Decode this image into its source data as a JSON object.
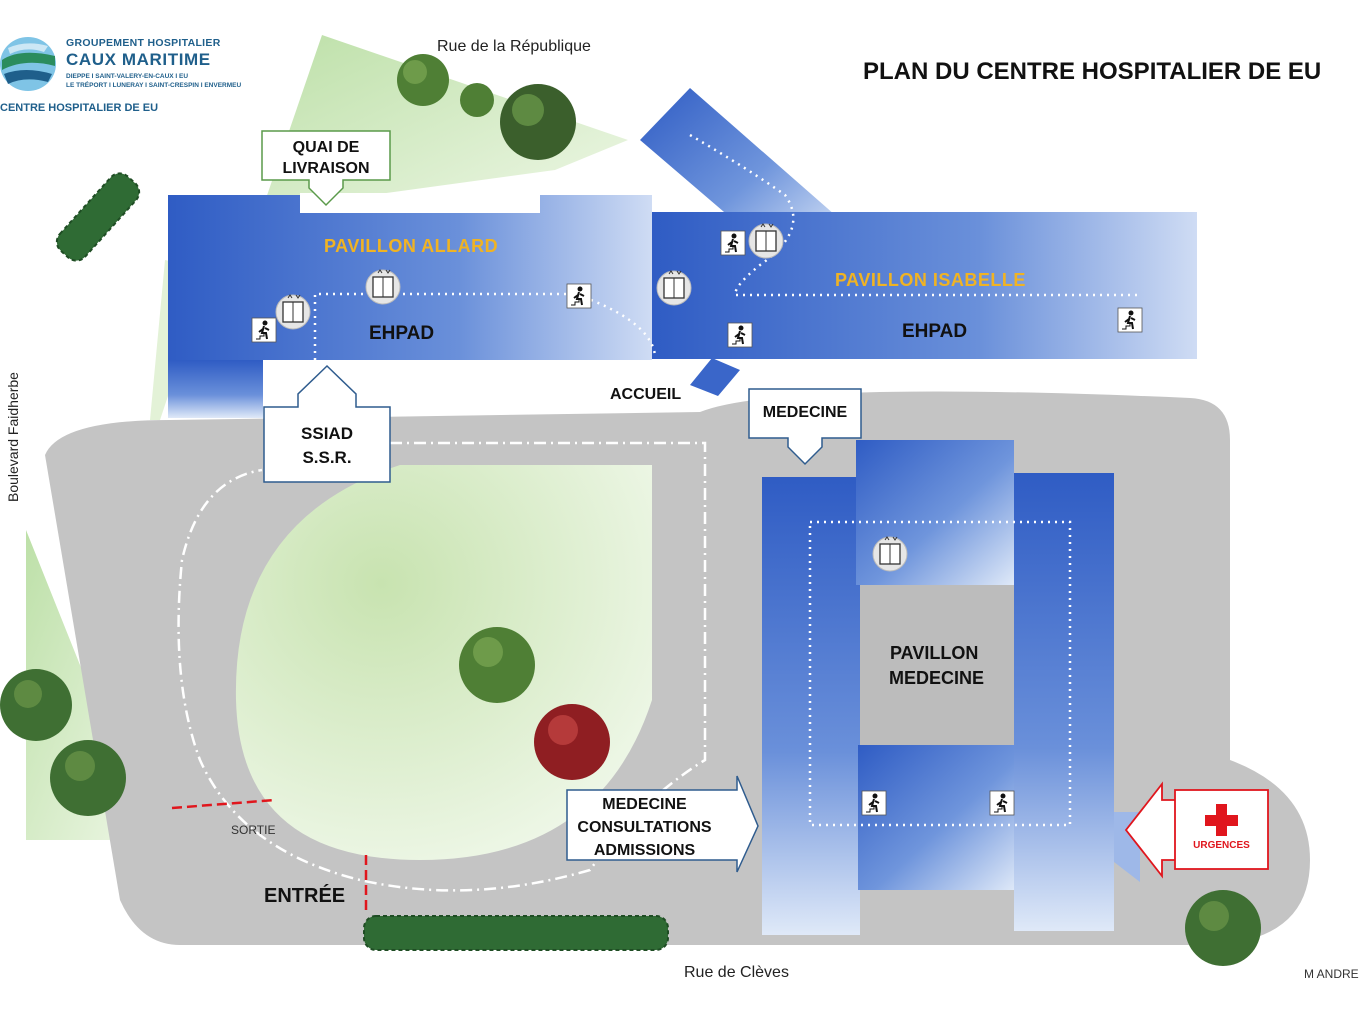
{
  "logo": {
    "line1": "GROUPEMENT HOSPITALIER",
    "line2": "CAUX MARITIME",
    "line3": "DIEPPE I SAINT-VALERY-EN-CAUX I EU",
    "line4": "LE TRÉPORT I LUNERAY I SAINT-CRESPIN I ENVERMEU",
    "line5": "CENTRE HOSPITALIER DE EU"
  },
  "title": "PLAN DU CENTRE HOSPITALIER DE EU",
  "streets": {
    "north": "Rue de  la République",
    "south": "Rue de Clèves",
    "west": "Boulevard Faidherbe"
  },
  "buildings": {
    "pavillon_allard": "PAVILLON ALLARD",
    "ehpad_allard": "EHPAD",
    "pavillon_isabelle": "PAVILLON ISABELLE",
    "ehpad_isabelle": "EHPAD",
    "pavillon_medecine_1": "PAVILLON",
    "pavillon_medecine_2": "MEDECINE"
  },
  "signs": {
    "quai_1": "QUAI DE",
    "quai_2": "LIVRAISON",
    "ssiad_1": "SSIAD",
    "ssiad_2": "S.S.R.",
    "accueil": "ACCUEIL",
    "medecine": "MEDECINE",
    "consult_1": "MEDECINE",
    "consult_2": "CONSULTATIONS",
    "consult_3": "ADMISSIONS",
    "urgences": "URGENCES"
  },
  "roads": {
    "sortie": "SORTIE",
    "entree": "ENTRÉE"
  },
  "credit": "M ANDRE",
  "icons": [
    "elevator-icon",
    "stairs-icon",
    "red-cross-icon",
    "logo-wave-icon",
    "tree-icon"
  ],
  "colors": {
    "building_blue": "#3a66c9",
    "road_gray": "#c4c4c4",
    "lawn_green": "#d6ebc6",
    "label_yellow": "#f0b323",
    "logo_blue": "#1f5f8b",
    "urgent_red": "#e0161d"
  }
}
